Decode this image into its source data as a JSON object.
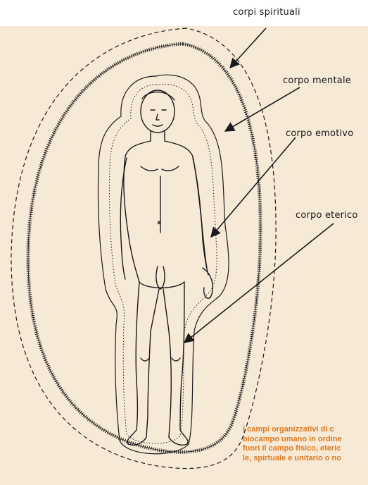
{
  "labels": {
    "spiritual": "corpi spirituali",
    "mental": "corpo mentale",
    "emotional": "corpo emotivo",
    "etheric": "corpo eterico"
  },
  "caption": {
    "lines": [
      "I campi organizzativi di c",
      "biocampo umano in ordine",
      "fuori il campo fisico, eteric",
      "le, spirtuale e unitario o no"
    ]
  },
  "colors": {
    "background": "#f6e9d6",
    "ink": "#1a1a1a",
    "caption": "#e07a1e"
  }
}
